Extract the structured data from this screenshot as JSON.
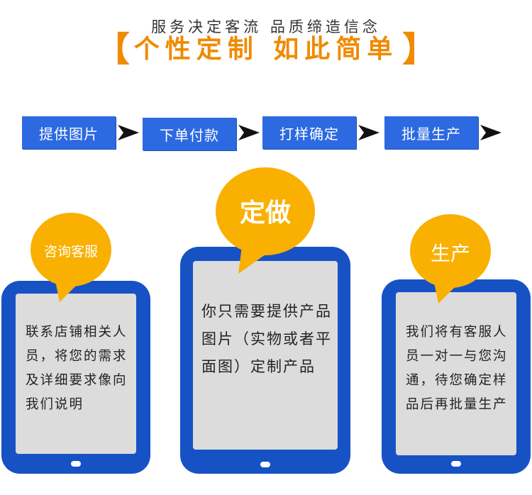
{
  "header": {
    "subtitle": "服务决定客流  品质缔造信念",
    "bracket_left": "【",
    "bracket_right": "】",
    "headline": "个性定制  如此简单"
  },
  "steps": [
    {
      "label": "提供图片"
    },
    {
      "label": "下单付款"
    },
    {
      "label": "打样确定"
    },
    {
      "label": "批量生产"
    }
  ],
  "cards": [
    {
      "bubble": "咨询客服",
      "text": "联系店铺相关人员，将您的需求及详细要求像向我们说明"
    },
    {
      "bubble": "定做",
      "text": "你只需要提供产品图片（实物或者平面图）定制产品"
    },
    {
      "bubble": "生产",
      "text": "我们将有客服人员一对一与您沟通，待您确定样品后再批量生产"
    }
  ],
  "colors": {
    "orange": "#f08a00",
    "bubble": "#f9b000",
    "step_blue": "#2d6ae1",
    "tablet_blue": "#1752c5",
    "screen_gray": "#dcdcdc"
  }
}
